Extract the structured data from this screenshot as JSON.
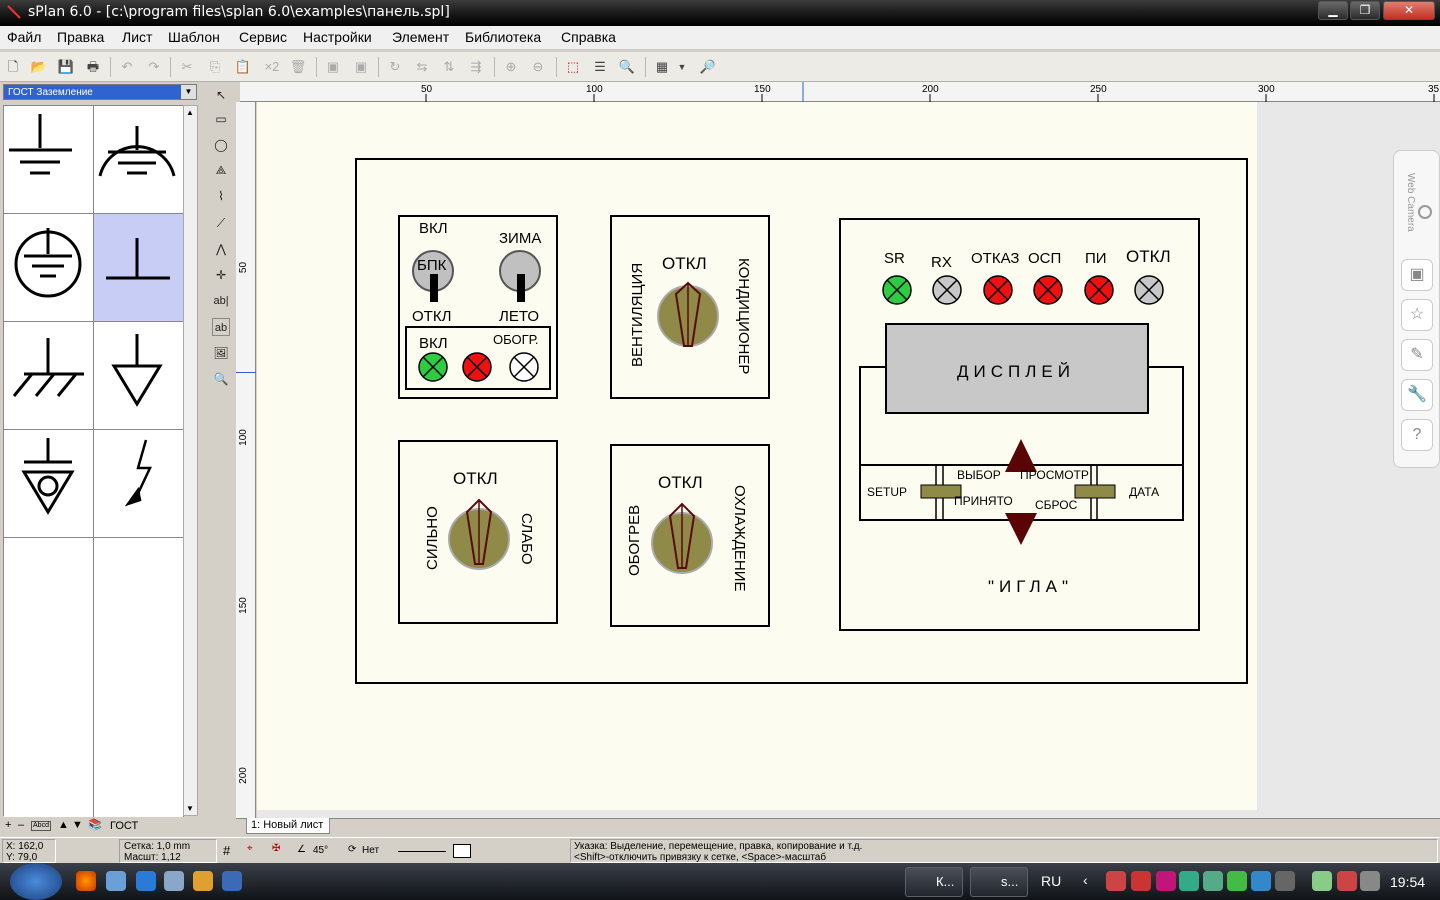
{
  "window": {
    "title": "sPlan 6.0 - [c:\\program files\\splan 6.0\\examples\\панель.spl]",
    "min": "▁",
    "max": "❐",
    "close": "✕"
  },
  "menu": [
    "Файл",
    "Правка",
    "Лист",
    "Шаблон",
    "Сервис",
    "Настройки",
    "Элемент",
    "Библиотека",
    "Справка"
  ],
  "toolbar": {
    "x2": "×2"
  },
  "library": {
    "selected": "ГОСТ Заземление",
    "footer_label": "ГОСТ"
  },
  "ruler": {
    "h": [
      "50",
      "100",
      "150",
      "200",
      "250",
      "300",
      "35"
    ],
    "v": [
      "50",
      "100",
      "150",
      "200"
    ]
  },
  "sheet_tab": "1: Новый лист",
  "status": {
    "x": "X: 162,0",
    "y": "Y: 79,0",
    "grid": "Сетка:  1,0 mm",
    "scale": "Масшт:  1,12",
    "angle": "45°",
    "snap": "Нет",
    "hint1": "Указка: Выделение, перемещение, правка, копирование и т.д.",
    "hint2": "<Shift>-отключить привязку к сетке, <Space>-масштаб"
  },
  "webcam": {
    "label": "Web Camera"
  },
  "panel": {
    "p1": {
      "on": "ВКЛ",
      "bpk": "БПК",
      "off": "ОТКЛ",
      "winter": "ЗИМА",
      "summer": "ЛЕТО",
      "on2": "ВКЛ",
      "heat": "ОБОГР."
    },
    "p2": {
      "off": "ОТКЛ",
      "left": "ВЕНТИЛЯЦИЯ",
      "right": "КОНДИЦИОНЕР"
    },
    "p3": {
      "off": "ОТКЛ",
      "left": "СИЛЬНО",
      "right": "СЛАБО"
    },
    "p4": {
      "off": "ОТКЛ",
      "left": "ОБОГРЕВ",
      "right": "ОХЛАЖДЕНИЕ"
    },
    "p5": {
      "lamps": [
        "SR",
        "RX",
        "ОТКАЗ",
        "ОСП",
        "ПИ",
        "ОТКЛ"
      ],
      "display": "ДИСПЛЕЙ",
      "setup": "SETUP",
      "select": "ВЫБОР",
      "view": "ПРОСМОТР",
      "accepted": "ПРИНЯТО",
      "reset": "СБРОС",
      "date": "ДАТА",
      "name": "\"ИГЛА\""
    }
  },
  "taskbar": {
    "btn1": "К...",
    "btn2": "s...",
    "lang": "RU",
    "clock": "19:54"
  }
}
